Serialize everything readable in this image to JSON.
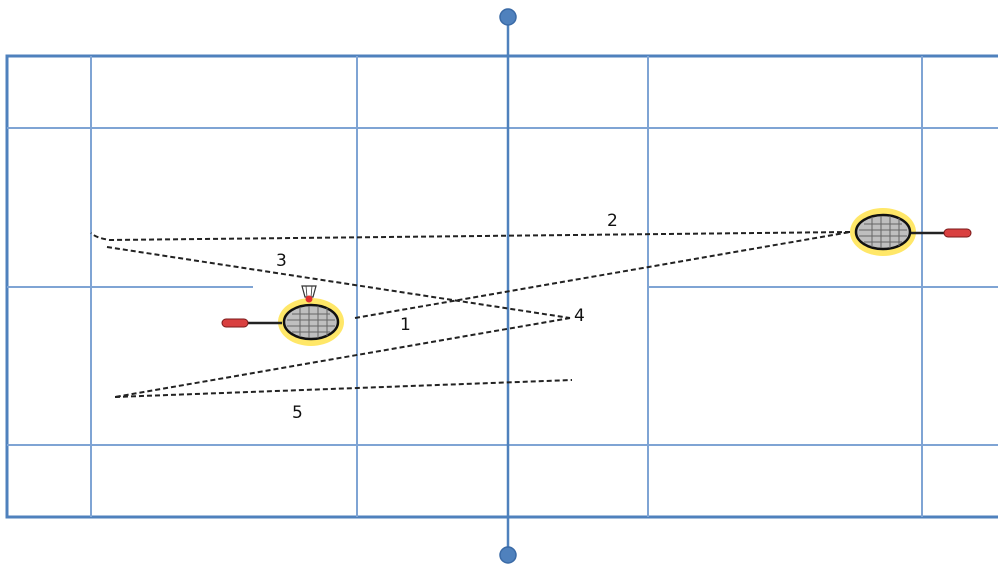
{
  "colors": {
    "court_line": "#4f81bd",
    "net_post": "#4f81bd",
    "shot_path": "#222222",
    "racket_grip": "#d94040",
    "racket_glow": "#ffe34d",
    "shuttle_tip": "#e03030"
  },
  "shots": [
    {
      "label": "1"
    },
    {
      "label": "2"
    },
    {
      "label": "3"
    },
    {
      "label": "4"
    },
    {
      "label": "5"
    }
  ],
  "icons": {
    "left_racket": "racket-icon",
    "right_racket": "racket-icon",
    "shuttlecock": "shuttlecock-icon",
    "net_post_top": "net-post-icon",
    "net_post_bottom": "net-post-icon"
  }
}
